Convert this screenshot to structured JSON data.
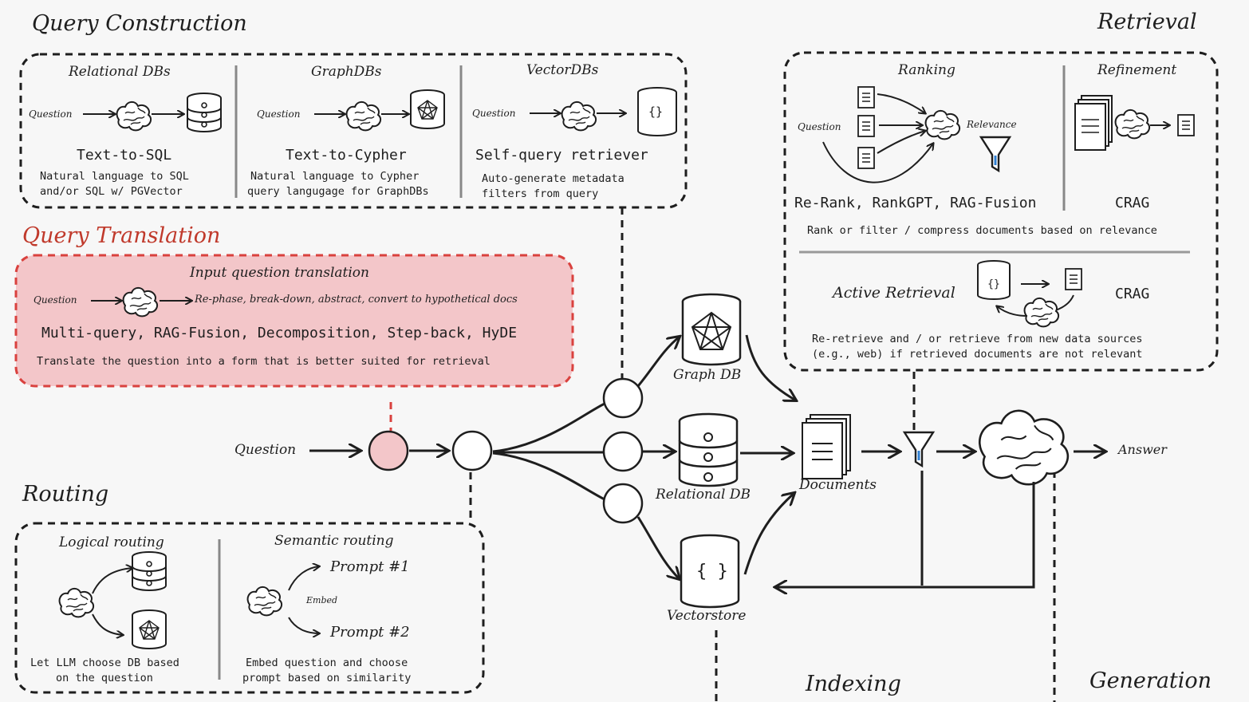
{
  "sections": {
    "query_construction": "Query Construction",
    "retrieval": "Retrieval",
    "query_translation": "Query Translation",
    "routing": "Routing",
    "indexing": "Indexing",
    "generation": "Generation"
  },
  "query_construction": {
    "relational": {
      "title": "Relational DBs",
      "input": "Question",
      "method": "Text-to-SQL",
      "desc": [
        "Natural language to SQL",
        "and/or SQL w/ PGVector"
      ]
    },
    "graph": {
      "title": "GraphDBs",
      "input": "Question",
      "method": "Text-to-Cypher",
      "desc": [
        "Natural language to Cypher",
        "query langugage for GraphDBs"
      ]
    },
    "vector": {
      "title": "VectorDBs",
      "input": "Question",
      "method": "Self-query retriever",
      "desc": [
        "Auto-generate metadata",
        "filters from query"
      ],
      "icon_glyph": "{}"
    }
  },
  "query_translation": {
    "title": "Input question translation",
    "input": "Question",
    "output": "Re-phase, break-down, abstract, convert to hypothetical docs",
    "methods": "Multi-query, RAG-Fusion, Decomposition, Step-back, HyDE",
    "desc": "Translate the question into a form that is better suited for retrieval"
  },
  "retrieval": {
    "ranking": {
      "title": "Ranking",
      "input": "Question",
      "relevance": "Relevance",
      "methods": "Re-Rank, RankGPT, RAG-Fusion"
    },
    "refinement": {
      "title": "Refinement",
      "method": "CRAG"
    },
    "rank_desc": "Rank or filter / compress documents based on relevance",
    "active": {
      "title": "Active Retrieval",
      "method": "CRAG",
      "desc": [
        "Re-retrieve and / or retrieve from new data sources",
        "(e.g., web) if retrieved documents are not relevant"
      ]
    }
  },
  "routing": {
    "logical": {
      "title": "Logical routing",
      "desc": [
        "Let LLM choose DB based",
        "on the question"
      ]
    },
    "semantic": {
      "title": "Semantic routing",
      "embed": "Embed",
      "prompt1": "Prompt #1",
      "prompt2": "Prompt #2",
      "desc": [
        "Embed question and choose",
        "prompt based on similarity"
      ]
    }
  },
  "flow": {
    "question": "Question",
    "graph_db": "Graph DB",
    "relational_db": "Relational DB",
    "vectorstore": "Vectorstore",
    "vectorstore_glyph": "{ }",
    "documents": "Documents",
    "answer": "Answer"
  },
  "colors": {
    "ink": "#1e1e1e",
    "translation_fill": "#f3c6c9",
    "translation_stroke": "#d9413e",
    "section_red": "#c0392b"
  }
}
